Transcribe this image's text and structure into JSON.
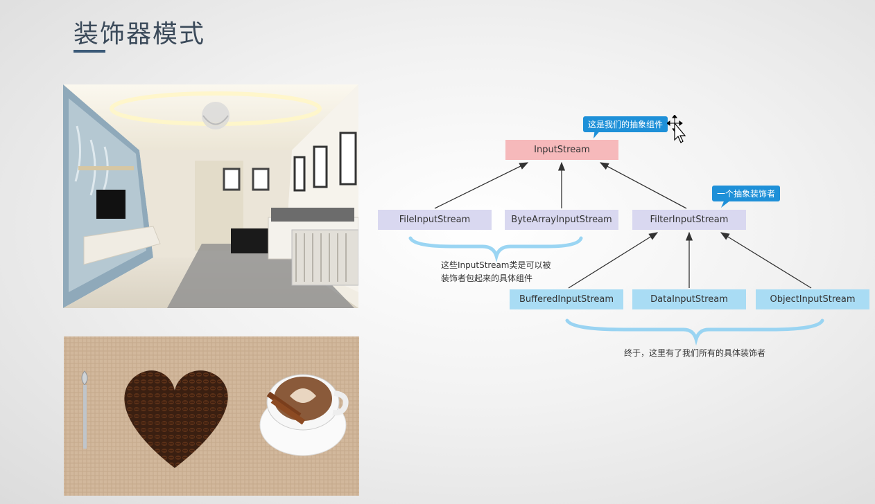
{
  "slide": {
    "title": "装饰器模式"
  },
  "diagram": {
    "root": "InputStream",
    "concrete_components": [
      "FileInputStream",
      "ByteArrayInputStream",
      "FilterInputStream"
    ],
    "concrete_decorators": [
      "BufferedInputStream",
      "DataInputStream",
      "ObjectInputStream"
    ],
    "callout_abstract_component": "这是我们的抽象组件",
    "callout_abstract_decorator": "一个抽象装饰者",
    "note_concrete_components": "这些InputStream类是可以被装饰者包起来的具体组件",
    "note_concrete_decorators": "终于，这里有了我们所有的具体装饰者"
  },
  "colors": {
    "root": "#f6b9bb",
    "concrete": "#d9d8f0",
    "decorator": "#a9dcf4",
    "callout": "#1e90d8",
    "brace": "#8fd0f2"
  }
}
